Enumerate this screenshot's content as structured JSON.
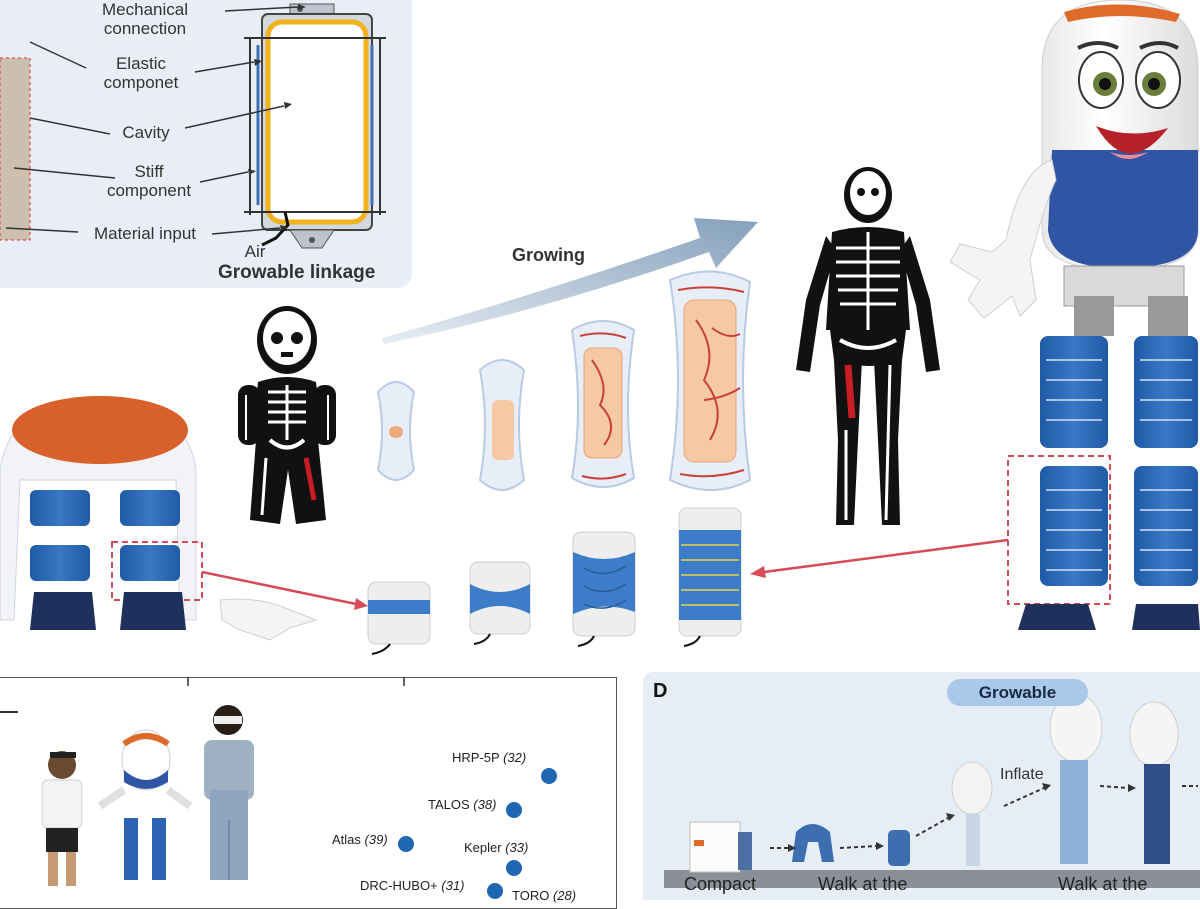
{
  "linkage": {
    "mechanical_connection": [
      "Mechanical",
      "connection"
    ],
    "elastic_component": [
      "Elastic",
      "componet"
    ],
    "cavity": "Cavity",
    "stiff_component": [
      "Stiff",
      "component"
    ],
    "material_input": "Material input",
    "air": "Air",
    "title": "Growable linkage"
  },
  "growth": {
    "arrow_label": "Growing"
  },
  "chart_data": {
    "type": "scatter",
    "title": "",
    "xlabel": "",
    "ylabel": "",
    "points": [
      {
        "name": "HRP-5P",
        "ref": "(32)"
      },
      {
        "name": "TALOS",
        "ref": "(38)"
      },
      {
        "name": "Atlas",
        "ref": "(39)"
      },
      {
        "name": "Kepler",
        "ref": "(33)"
      },
      {
        "name": "DRC-HUBO+",
        "ref": "(31)"
      },
      {
        "name": "TORO",
        "ref": "(28)"
      }
    ]
  },
  "panel_d": {
    "letter": "D",
    "badge": "Growable",
    "inflate": "Inflate",
    "steps": [
      "Compact",
      "Walk at the",
      "Walk at the"
    ]
  },
  "colors": {
    "accent_blue": "#1f66b3",
    "arrow_red": "#d64b55",
    "frame_orange": "#f2b21c",
    "robot_orange": "#e06a2a"
  }
}
